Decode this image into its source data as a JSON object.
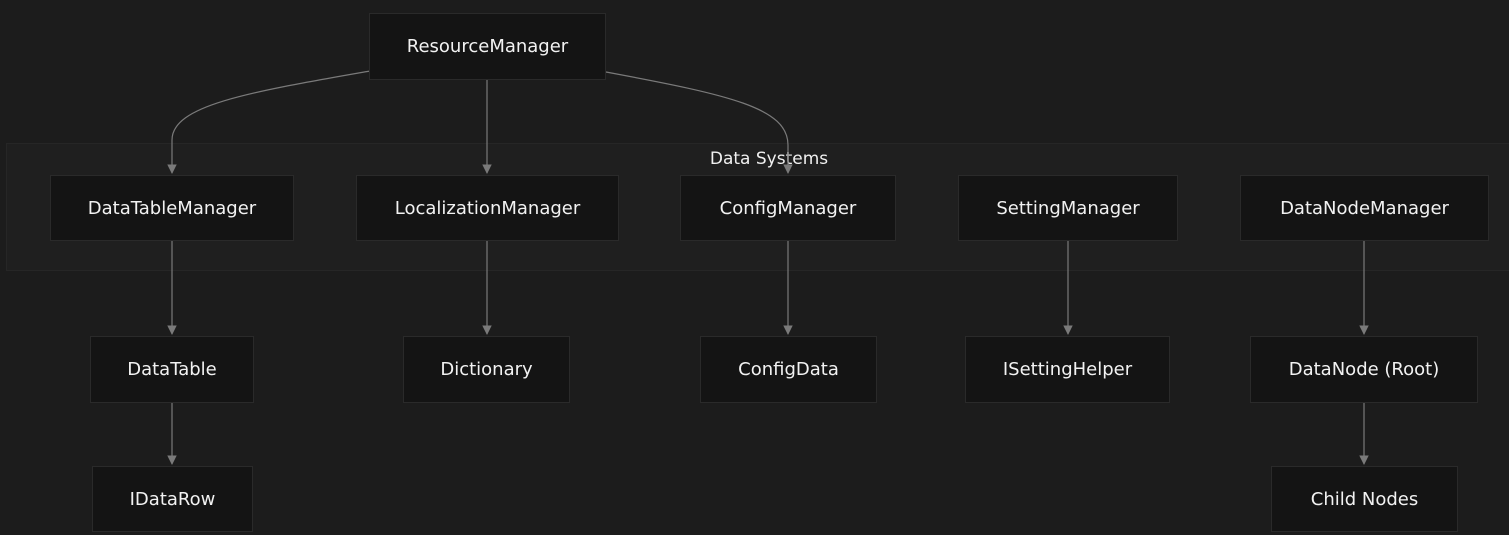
{
  "diagram": {
    "cluster_title": "Data Systems",
    "nodes": {
      "resource_manager": "ResourceManager",
      "data_table_manager": "DataTableManager",
      "localization_manager": "LocalizationManager",
      "config_manager": "ConfigManager",
      "setting_manager": "SettingManager",
      "data_node_manager": "DataNodeManager",
      "data_table": "DataTable",
      "dictionary": "Dictionary",
      "config_data": "ConfigData",
      "isetting_helper": "ISettingHelper",
      "data_node_root": "DataNode (Root)",
      "idata_row": "IDataRow",
      "child_nodes": "Child Nodes"
    },
    "edges": [
      {
        "from": "ResourceManager",
        "to": "DataTableManager"
      },
      {
        "from": "ResourceManager",
        "to": "LocalizationManager"
      },
      {
        "from": "ResourceManager",
        "to": "ConfigManager"
      },
      {
        "from": "DataTableManager",
        "to": "DataTable"
      },
      {
        "from": "LocalizationManager",
        "to": "Dictionary"
      },
      {
        "from": "ConfigManager",
        "to": "ConfigData"
      },
      {
        "from": "SettingManager",
        "to": "ISettingHelper"
      },
      {
        "from": "DataNodeManager",
        "to": "DataNode (Root)"
      },
      {
        "from": "DataTable",
        "to": "IDataRow"
      },
      {
        "from": "DataNode (Root)",
        "to": "Child Nodes"
      }
    ],
    "colors": {
      "background": "#1c1c1c",
      "node_fill": "#141414",
      "node_border": "#2a2a2a",
      "edge": "#7a7a7a",
      "text": "#f2f2f2"
    }
  }
}
